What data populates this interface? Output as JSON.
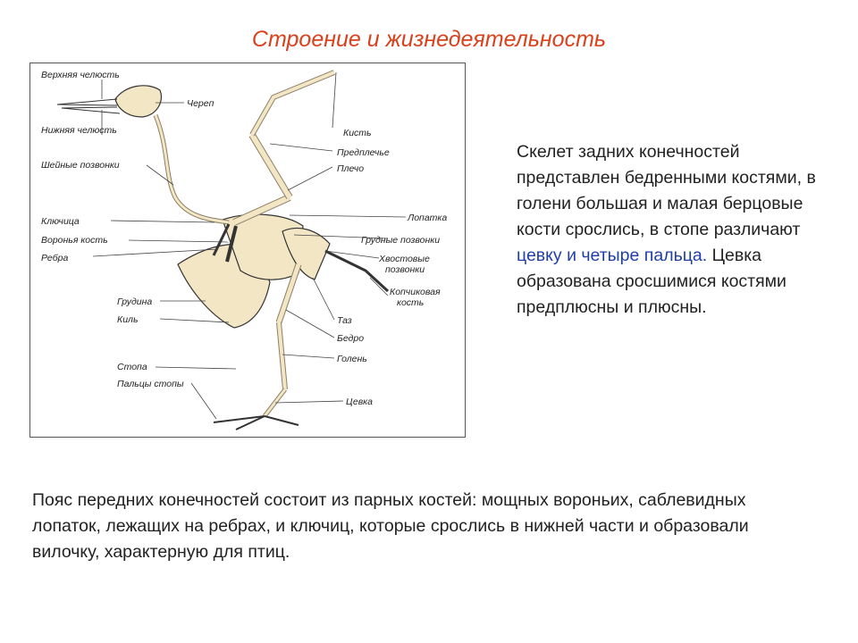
{
  "title": "Строение и жизнедеятельность",
  "figure": {
    "labels": {
      "upper_jaw": "Верхняя челюсть",
      "skull": "Череп",
      "lower_jaw": "Нижняя челюсть",
      "hand": "Кисть",
      "forearm": "Предплечье",
      "neck_vertebrae": "Шейные позвонки",
      "shoulder": "Плечо",
      "clavicle": "Ключица",
      "scapula": "Лопатка",
      "coracoid": "Воронья кость",
      "thoracic_vertebrae": "Грудные позвонки",
      "ribs": "Ребра",
      "tail_vertebrae_1": "Хвостовые",
      "tail_vertebrae_2": "позвонки",
      "pygostyle_1": "Копчиковая",
      "pygostyle_2": "кость",
      "sternum": "Грудина",
      "keel": "Киль",
      "pelvis": "Таз",
      "femur": "Бедро",
      "tibia": "Голень",
      "foot": "Стопа",
      "toes": "Пальцы стопы",
      "tarsometatarsus": "Цевка"
    }
  },
  "side_text": {
    "part1": "Скелет задних конечностей представлен бедренными костями, в голени большая и малая берцовые кости срослись, в стопе различают ",
    "highlight": "цевку и четыре пальца.",
    "part2": " Цевка образована сросшимися костями предплюсны и плюсны."
  },
  "bottom_text": "Пояс передних конечностей состоит из парных костей: мощных вороньих, саблевидных лопаток, лежащих на ребрах, и ключиц, которые срослись в нижней части и образовали вилочку, характерную для птиц.",
  "colors": {
    "title": "#d9401b",
    "highlight": "#1f3fa6",
    "bone_fill": "#f3e6c4",
    "bone_stroke": "#333333"
  }
}
